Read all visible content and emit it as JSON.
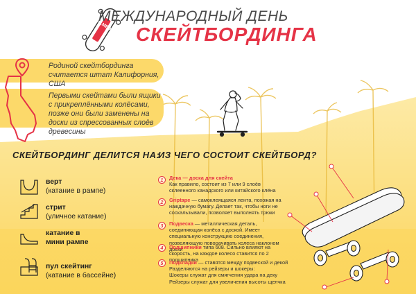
{
  "title": {
    "line1": "МЕЖДУНАРОДНЫЙ ДЕНЬ",
    "line2": "СКЕЙТБОРДИНГА",
    "logo_text": "BU.MEDIA"
  },
  "facts": [
    {
      "text": "Родиной скейтбординга считается штат Калифорния, США",
      "icon": "location-pin-icon"
    },
    {
      "text": "Первыми скейтами были ящики с прикреплёнными колёсами, позже они были заменены на доски из спрессованных слоёв древесины",
      "icon": "california-map-icon"
    }
  ],
  "types": {
    "heading": "СКЕЙТБОРДИНГ ДЕЛИТСЯ НА:",
    "items": [
      {
        "name": "верт",
        "desc": "(катание в рампе)",
        "icon": "vert-ramp-icon"
      },
      {
        "name": "стрит",
        "desc": "(уличное катание)",
        "icon": "street-stairs-icon"
      },
      {
        "name": "катание в",
        "name2": "мини рампе",
        "icon": "mini-ramp-icon"
      },
      {
        "name": "пул скейтинг",
        "desc": "(катание в бассейне)",
        "icon": "pool-ladder-icon"
      }
    ]
  },
  "parts": {
    "heading": "ИЗ ЧЕГО СОСТОИТ СКЕЙТБОРД?",
    "items": [
      {
        "num": "1",
        "name": "Дека — доска для скейта",
        "text": "Как правило, состоит из 7 или 9 слоёв склеенного канадского или китайского клёна"
      },
      {
        "num": "2",
        "name": "Griptape",
        "text": " — самоклеящаяся лента, похожая на наждачную бумагу. Делает так, чтобы ноги не соскальзывали, позволяет выполнять трюки"
      },
      {
        "num": "3",
        "name": "Подвеска",
        "text": " — металлическая деталь, соединяющая колёса с доской. Имеет специальную конструкцию соединения, позволяющую поворачивать колеса наклоном доски"
      },
      {
        "num": "4",
        "name": "Подшипники",
        "text": " типа 608. Сильно влияют на скорость, на каждое колесо ставится по 2 подшипника"
      },
      {
        "num": "5",
        "name": "Подкладки",
        "text": " — ставятся между подвеской и декой",
        "extra1": "Разделяются на рейзеры и шокеры:",
        "extra2": "Шокеры служат для смягчения удара на деку",
        "extra3": "Рейзеры служат для увеличения высоты щелчка"
      }
    ]
  },
  "colors": {
    "accent": "#e53346",
    "yellow": "#fcd96a",
    "yellow_light": "#fde9a0"
  }
}
